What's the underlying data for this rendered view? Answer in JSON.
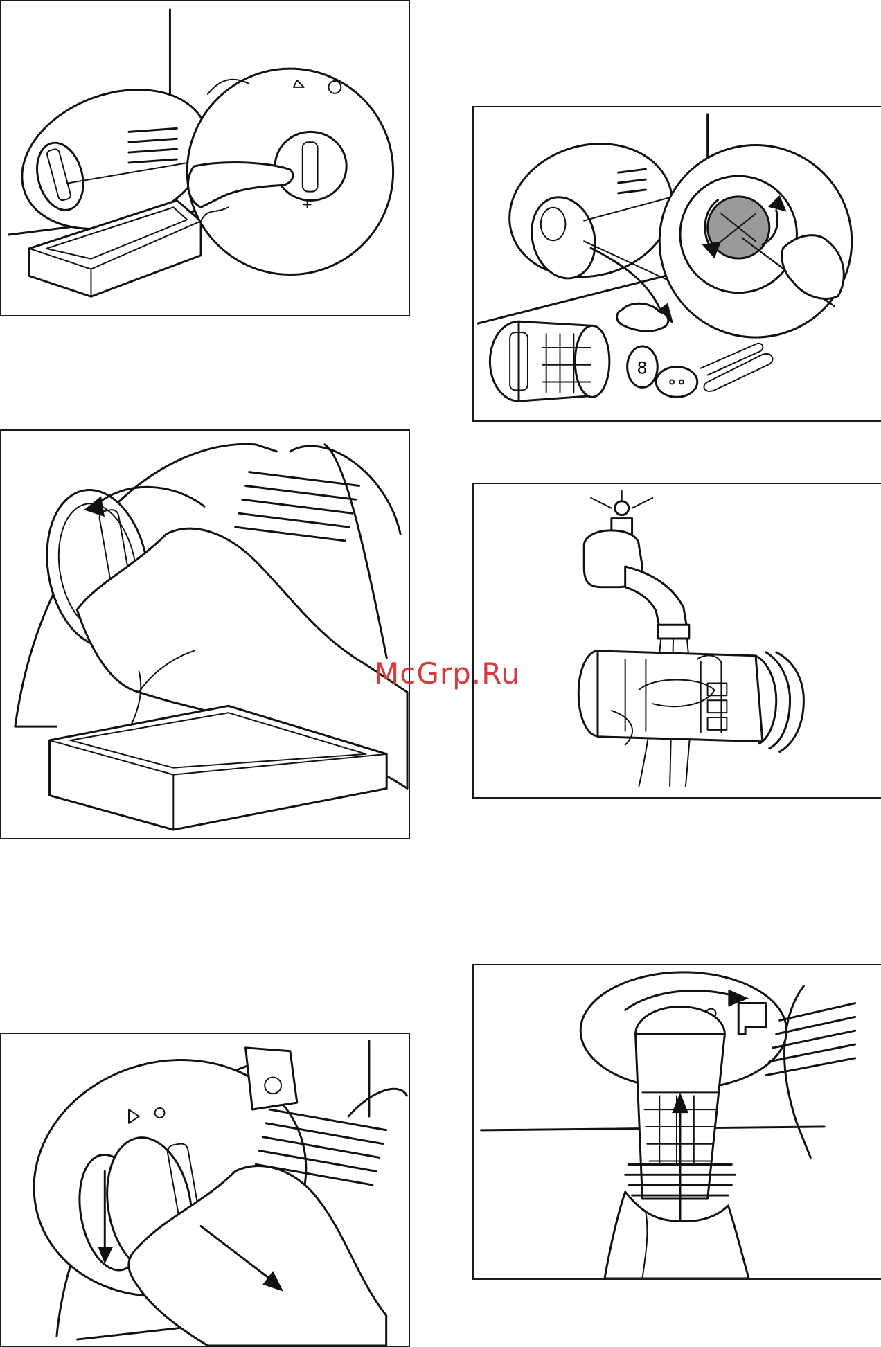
{
  "watermark": {
    "text": "McGrp.Ru",
    "color": "#d63a3a"
  },
  "panels": [
    {
      "id": "step-open-flap",
      "icon": "drain-tray-icon"
    },
    {
      "id": "step-clean-filter-seat",
      "icon": "clean-filter-seat-icon"
    },
    {
      "id": "step-unscrew-filter",
      "icon": "unscrew-filter-icon"
    },
    {
      "id": "step-rinse-filter",
      "icon": "tap-water-icon"
    },
    {
      "id": "step-remove-filter",
      "icon": "remove-filter-icon"
    },
    {
      "id": "step-insert-filter",
      "icon": "insert-filter-icon"
    }
  ]
}
